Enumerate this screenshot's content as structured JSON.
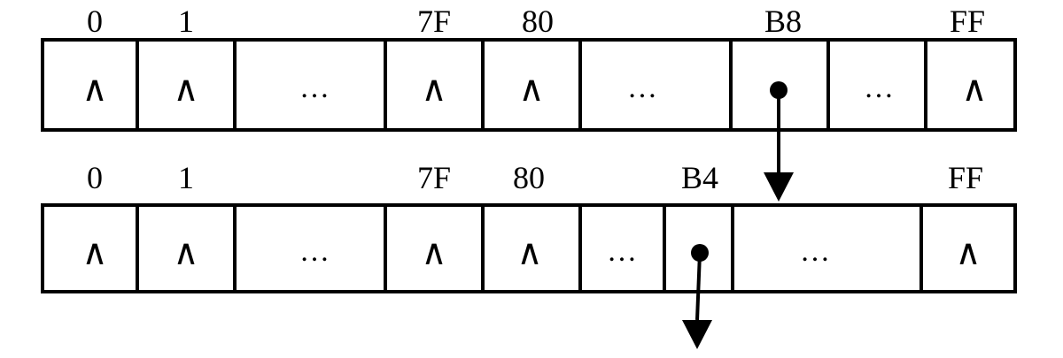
{
  "arrays": [
    {
      "index_labels": [
        "0",
        "1",
        "7F",
        "80",
        "B8",
        "FF"
      ],
      "cells": [
        "∧",
        "∧",
        "…",
        "∧",
        "∧",
        "…",
        "",
        "…",
        "∧"
      ]
    },
    {
      "index_labels": [
        "0",
        "1",
        "7F",
        "80",
        "B4",
        "FF"
      ],
      "cells": [
        "∧",
        "∧",
        "…",
        "∧",
        "∧",
        "…",
        "",
        "…",
        "∧"
      ]
    }
  ],
  "colors": {
    "stroke": "#000000",
    "background": "#ffffff"
  }
}
